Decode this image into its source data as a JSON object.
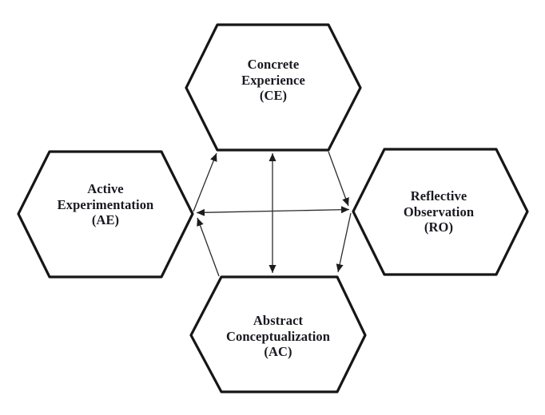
{
  "diagram": {
    "background": "#ffffff",
    "hexagon_stroke_color": "#161616",
    "arrow_color": "#262626",
    "text_color": "#181820",
    "nodes": [
      {
        "id": "CE",
        "position": "top",
        "label": "Concrete\nExperience\n(CE)"
      },
      {
        "id": "AE",
        "position": "left",
        "label": "Active\nExperimentation\n(AE)"
      },
      {
        "id": "RO",
        "position": "right",
        "label": "Reflective\nObservation\n(RO)"
      },
      {
        "id": "AC",
        "position": "bottom",
        "label": "Abstract\nConceptualization\n(AC)"
      }
    ],
    "connections": [
      {
        "from": "CE",
        "to": "AC",
        "style": "double-headed",
        "orientation": "vertical"
      },
      {
        "from": "AE",
        "to": "RO",
        "style": "double-headed",
        "orientation": "horizontal"
      },
      {
        "from": "AE",
        "to": "CE",
        "style": "single-headed",
        "orientation": "diagonal"
      },
      {
        "from": "CE",
        "to": "RO",
        "style": "single-headed",
        "orientation": "diagonal"
      },
      {
        "from": "RO",
        "to": "AC",
        "style": "single-headed",
        "orientation": "diagonal"
      },
      {
        "from": "AC",
        "to": "AE",
        "style": "single-headed",
        "orientation": "diagonal"
      }
    ]
  }
}
